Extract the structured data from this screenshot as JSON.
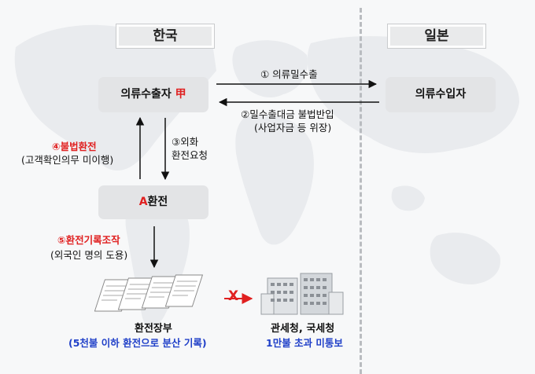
{
  "countries": {
    "left": "한국",
    "right": "일본"
  },
  "boxes": {
    "exporter": {
      "label": "의류수출자",
      "mark": "甲"
    },
    "importer": {
      "label": "의류수입자"
    },
    "exchange": {
      "mark": "A",
      "label": "환전"
    }
  },
  "flows": {
    "export": "① 의류밀수출",
    "payment_line1": "②밀수출대금 불법반입",
    "payment_line2": "(사업자금 등 위장)",
    "fx_request_line1": "③외화",
    "fx_request_line2": "환전요청",
    "illegal_exchange_line1": "④불법환전",
    "illegal_exchange_line2": "(고객확인의무 미이행)",
    "record_manip_line1": "⑤환전기록조작",
    "record_manip_line2": "(외국인 명의 도용)",
    "blocked_mark": "X"
  },
  "ledger": {
    "title": "환전장부",
    "note": "(5천불 이하 환전으로 분산 기록)"
  },
  "authority": {
    "title": "관세청, 국세청",
    "note": "1만불 초과 미통보"
  },
  "colors": {
    "highlight_red": "#e02020",
    "note_blue": "#1f3fc8",
    "box_fill": "#e3e4e6"
  }
}
